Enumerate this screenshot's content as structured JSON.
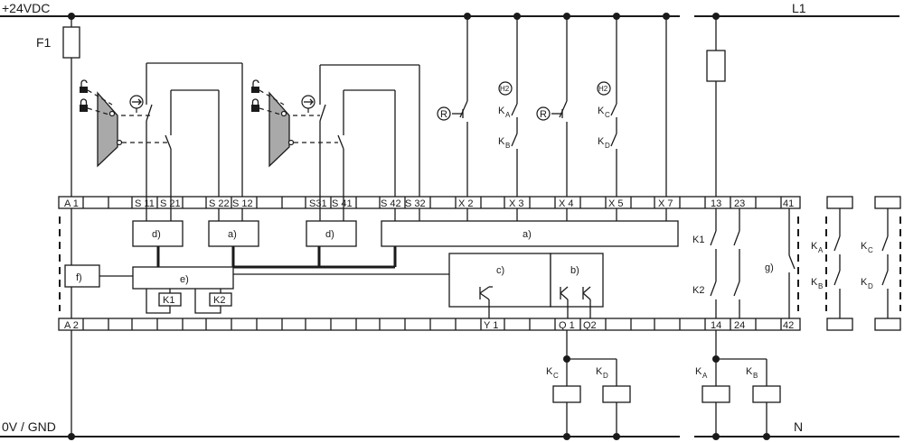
{
  "rails": {
    "supply_pos": "+24VDC",
    "supply_neg": "0V / GND",
    "line": "L1",
    "neutral": "N"
  },
  "fuse_labels": {
    "f1": "F1"
  },
  "top_terminals": [
    {
      "id": "a1",
      "label": "A 1"
    },
    {
      "id": "s11",
      "label": "S 11"
    },
    {
      "id": "s21",
      "label": "S 21"
    },
    {
      "id": "s22",
      "label": "S 22"
    },
    {
      "id": "s12",
      "label": "S 12"
    },
    {
      "id": "s31",
      "label": "S31"
    },
    {
      "id": "s41",
      "label": "S 41"
    },
    {
      "id": "s42",
      "label": "S 42"
    },
    {
      "id": "s32",
      "label": "S 32"
    },
    {
      "id": "x2",
      "label": "X 2"
    },
    {
      "id": "x3",
      "label": "X 3"
    },
    {
      "id": "x4",
      "label": "X 4"
    },
    {
      "id": "x5",
      "label": "X 5"
    },
    {
      "id": "x7",
      "label": "X 7"
    },
    {
      "id": "t13",
      "label": "13"
    },
    {
      "id": "t23",
      "label": "23"
    },
    {
      "id": "t41",
      "label": "41"
    }
  ],
  "bottom_terminals": [
    {
      "id": "a2",
      "label": "A 2"
    },
    {
      "id": "y1",
      "label": "Y 1"
    },
    {
      "id": "q1",
      "label": "Q 1"
    },
    {
      "id": "q2",
      "label": "Q2"
    },
    {
      "id": "t14",
      "label": "14"
    },
    {
      "id": "t24",
      "label": "24"
    },
    {
      "id": "t42",
      "label": "42"
    }
  ],
  "blocks": {
    "d1": "d)",
    "a1": "a)",
    "d2": "d)",
    "a2": "a)",
    "e": "e)",
    "f": "f)",
    "c": "c)",
    "b": "b)",
    "g": "g)",
    "k1": "K1",
    "k2": "K2"
  },
  "contacts": {
    "k1": "K1",
    "k2": "K2",
    "ka": "K",
    "kb": "K",
    "kc": "K",
    "kd": "K",
    "sub_a": "A",
    "sub_b": "B",
    "sub_c": "C",
    "sub_d": "D"
  },
  "symbols": {
    "reset": "R",
    "lamp": "H2"
  }
}
